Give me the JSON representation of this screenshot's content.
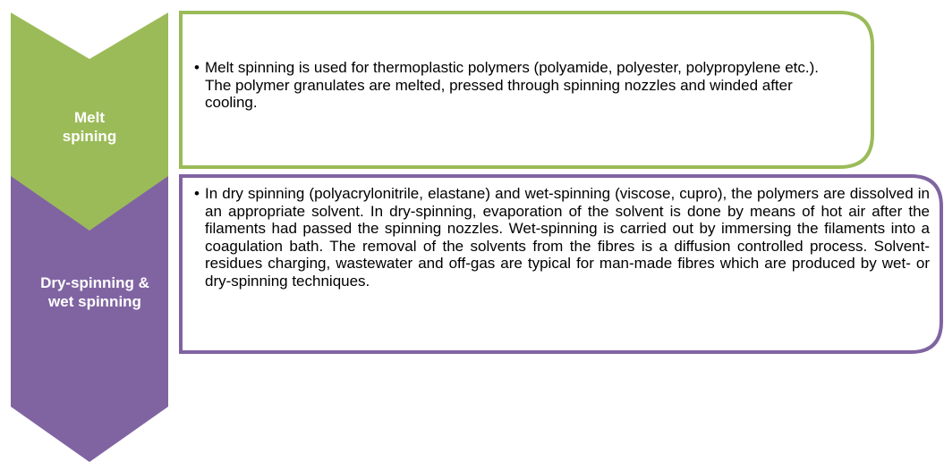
{
  "colors": {
    "step1_fill": "#9bbb59",
    "step1_border": "#9bbb59",
    "step2_fill": "#8064a2",
    "step2_border": "#8064a2",
    "box_fill": "#ffffff",
    "label_text": "#ffffff",
    "body_text": "#000000"
  },
  "steps": [
    {
      "label_lines": [
        "Melt",
        "spining"
      ],
      "text": "Melt spinning is used for thermoplastic polymers (polyamide, polyester, polypropylene etc.). The polymer granulates are melted, pressed through spinning nozzles and winded after cooling."
    },
    {
      "label_lines": [
        "Dry-spinning &",
        "wet spinning"
      ],
      "text": "In dry spinning (polyacrylonitrile, elastane) and wet-spinning (viscose, cupro), the polymers are dissolved in an appropriate solvent. In dry-spinning, evaporation of the solvent is done by means of hot air after the filaments had passed the spinning nozzles. Wet-spinning is carried out by immersing the filaments into a coagulation bath. The removal of the solvents from the fibres is a diffusion controlled process. Solvent-residues charging, wastewater and off-gas are typical for man-made fibres which are produced by wet- or dry-spinning techniques."
    }
  ]
}
